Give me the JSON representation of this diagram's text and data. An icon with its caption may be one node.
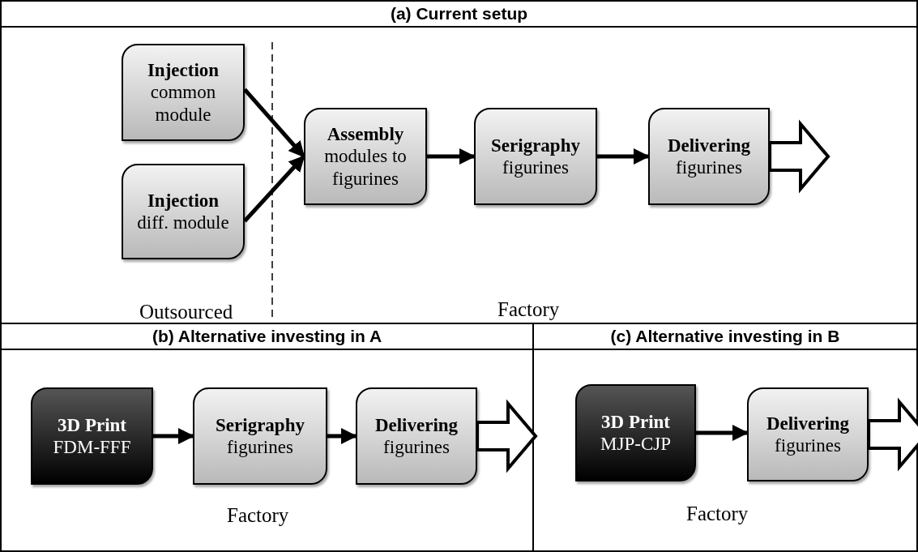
{
  "diagram": {
    "nodes": [
      {
        "text": [
          "(a) Current setup"
        ]
      },
      {
        "text": [
          "Injection",
          "common module"
        ],
        "in": 0
      },
      {
        "text": [
          "Injection",
          "diff. module"
        ],
        "in": 0
      },
      {
        "text": [
          "Assembly",
          "modules to figurines"
        ],
        "in": 0
      },
      {
        "text": [
          "Serigraphy",
          "figurines"
        ],
        "in": 0
      },
      {
        "text": [
          "Delivering",
          "figurines"
        ],
        "in": 0
      },
      {
        "text": [
          "(b) Alternative investing in A"
        ]
      },
      {
        "text": [
          "3D Print",
          "FDM-FFF"
        ],
        "in": 6
      },
      {
        "text": [
          "Serigraphy",
          "figurines"
        ],
        "in": 6
      },
      {
        "text": [
          "Delivering",
          "figurines"
        ],
        "in": 6
      },
      {
        "text": [
          "(c) Alternative investing in B"
        ]
      },
      {
        "text": [
          "3D Print",
          "MJP-CJP"
        ],
        "in": 10
      },
      {
        "text": [
          "Delivering",
          "figurines"
        ],
        "in": 10
      }
    ],
    "edges": [
      {
        "from": 1,
        "to": 3,
        "arrow": "to"
      },
      {
        "from": 2,
        "to": 3,
        "arrow": "to"
      },
      {
        "from": 3,
        "to": 4,
        "arrow": "to"
      },
      {
        "from": 4,
        "to": 5,
        "arrow": "to"
      },
      {
        "from": 5,
        "to": null,
        "arrow": "to",
        "style": "thick"
      },
      {
        "from": 7,
        "to": 8,
        "arrow": "to"
      },
      {
        "from": 8,
        "to": 9,
        "arrow": "to"
      },
      {
        "from": 9,
        "to": null,
        "arrow": "to",
        "style": "thick"
      },
      {
        "from": 11,
        "to": 12,
        "arrow": "to"
      },
      {
        "from": 12,
        "to": null,
        "arrow": "to",
        "style": "thick"
      }
    ],
    "labels": [
      "Outsourced",
      "Factory",
      "Factory",
      "Factory"
    ]
  }
}
